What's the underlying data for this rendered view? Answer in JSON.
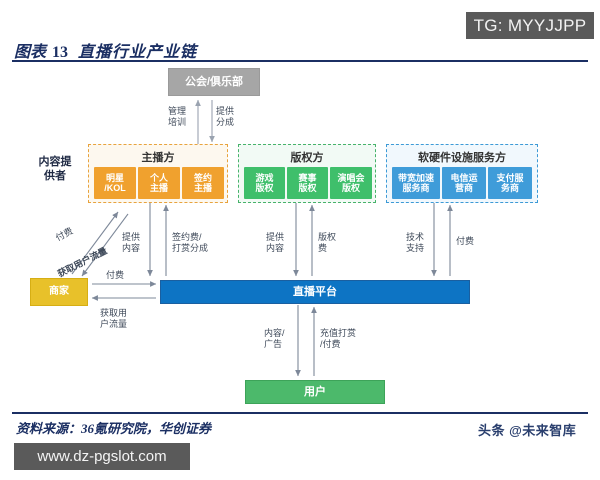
{
  "watermarks": {
    "tg_badge": "TG: MYYJJPP",
    "site_badge": "www.dz-pgslot.com",
    "toutiao": "头条 @未来智库"
  },
  "header": {
    "label": "图表",
    "number": "13",
    "title": "直播行业产业链"
  },
  "footer": {
    "source": "资料来源：36氪研究院，华创证券"
  },
  "diagram": {
    "side_label": "内容提\n供者",
    "guild": {
      "label": "公会/俱乐部"
    },
    "platform": {
      "label": "直播平台"
    },
    "merchant": {
      "label": "商家"
    },
    "users": {
      "label": "用户"
    },
    "groups": [
      {
        "title": "主播方",
        "color": "#e8a33d",
        "chips": [
          {
            "label": "明星\n/KOL"
          },
          {
            "label": "个人\n主播"
          },
          {
            "label": "签约\n主播"
          }
        ]
      },
      {
        "title": "版权方",
        "color": "#47b36b",
        "chips": [
          {
            "label": "游戏\n版权"
          },
          {
            "label": "赛事\n版权"
          },
          {
            "label": "演唱会\n版权"
          }
        ]
      },
      {
        "title": "软硬件设施服务方",
        "color": "#3d9ad6",
        "chips": [
          {
            "label": "带宽加速\n服务商"
          },
          {
            "label": "电信运\n营商"
          },
          {
            "label": "支付服\n务商"
          }
        ]
      }
    ],
    "flow_labels": {
      "guild_manage": "管理\n培训",
      "guild_share": "提供\n分成",
      "merchant_pay_diag": "付费",
      "merchant_traffic_diag": "获取用户流量",
      "anchor_content": "提供\n内容",
      "anchor_fee": "签约费/\n打赏分成",
      "copyright_content": "提供\n内容",
      "copyright_fee": "版权\n费",
      "infra_support": "技术\n支持",
      "infra_pay": "付费",
      "merchant_pay": "付费",
      "merchant_traffic": "获取用\n户流量",
      "user_content": "内容/\n广告",
      "user_pay": "充值打赏\n/付费"
    }
  }
}
